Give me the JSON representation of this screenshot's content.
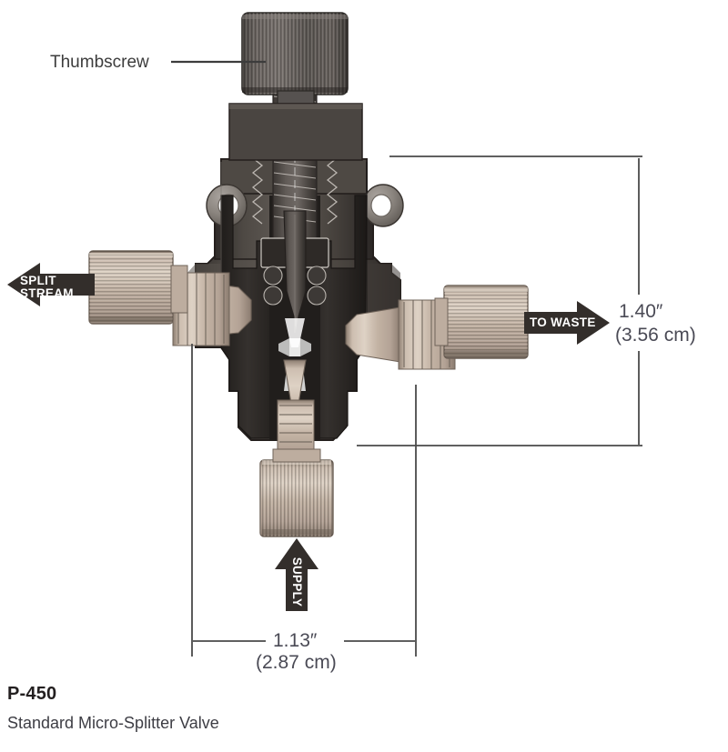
{
  "figure": {
    "type": "technical-cutaway-diagram",
    "subject": "Standard Micro-Splitter Valve cross-section",
    "background": "#ffffff"
  },
  "callouts": [
    {
      "id": "thumbscrew",
      "label": "Thumbscrew",
      "leader": "horizontal-line-to-knob"
    }
  ],
  "flow_arrows": [
    {
      "id": "split-stream",
      "label": "SPLIT\nSTREAM",
      "direction": "left",
      "text_color": "#ffffff",
      "arrow_color": "#332e2b"
    },
    {
      "id": "to-waste",
      "label": "TO WASTE",
      "direction": "right",
      "text_color": "#ffffff",
      "arrow_color": "#332e2b"
    },
    {
      "id": "supply",
      "label": "SUPPLY",
      "direction": "up",
      "text_color": "#ffffff",
      "arrow_color": "#332e2b"
    }
  ],
  "dimensions": {
    "height": {
      "imperial": "1.40″",
      "metric": "(3.56 cm)"
    },
    "width": {
      "imperial": "1.13″",
      "metric": "(2.87  cm)"
    },
    "line_color": "#4a4a4a",
    "text_color": "#4a4a55"
  },
  "caption": {
    "model": "P-450",
    "description": "Standard Micro-Splitter Valve"
  },
  "colors": {
    "body_dark": "#3a3634",
    "body_mid": "#55504c",
    "body_light": "#6e6864",
    "peek_tan": "#b6a699",
    "peek_light": "#d8cbbd",
    "knob_gray": "#5d5955",
    "steel": "#4c4744",
    "outline": "#2a2624"
  }
}
